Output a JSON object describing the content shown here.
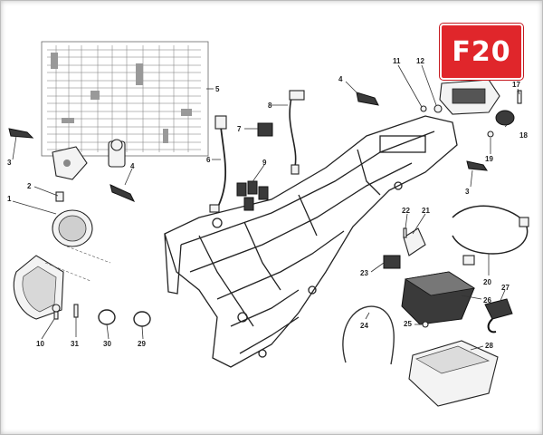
{
  "badge": {
    "label": "F20"
  },
  "callouts": [
    {
      "id": "c1",
      "label": "1"
    },
    {
      "id": "c2",
      "label": "2"
    },
    {
      "id": "c3a",
      "label": "3"
    },
    {
      "id": "c3b",
      "label": "3"
    },
    {
      "id": "c4a",
      "label": "4"
    },
    {
      "id": "c4b",
      "label": "4"
    },
    {
      "id": "c5",
      "label": "5"
    },
    {
      "id": "c6",
      "label": "6"
    },
    {
      "id": "c7",
      "label": "7"
    },
    {
      "id": "c8",
      "label": "8"
    },
    {
      "id": "c9",
      "label": "9"
    },
    {
      "id": "c10",
      "label": "10"
    },
    {
      "id": "c11",
      "label": "11"
    },
    {
      "id": "c12",
      "label": "12"
    },
    {
      "id": "c17",
      "label": "17"
    },
    {
      "id": "c18",
      "label": "18"
    },
    {
      "id": "c19",
      "label": "19"
    },
    {
      "id": "c20",
      "label": "20"
    },
    {
      "id": "c21",
      "label": "21"
    },
    {
      "id": "c22",
      "label": "22"
    },
    {
      "id": "c23",
      "label": "23"
    },
    {
      "id": "c24",
      "label": "24"
    },
    {
      "id": "c25",
      "label": "25"
    },
    {
      "id": "c26",
      "label": "26"
    },
    {
      "id": "c27",
      "label": "27"
    },
    {
      "id": "c28",
      "label": "28"
    },
    {
      "id": "c29",
      "label": "29"
    },
    {
      "id": "c30",
      "label": "30"
    },
    {
      "id": "c31",
      "label": "31"
    }
  ]
}
